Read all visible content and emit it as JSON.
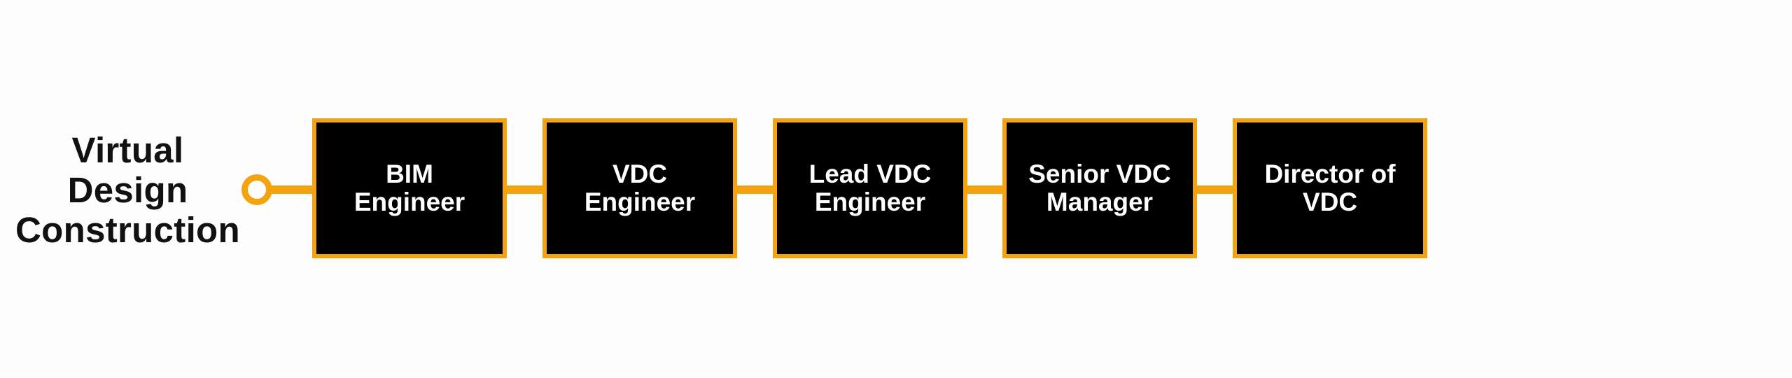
{
  "track": {
    "title_lines": [
      "Virtual",
      "Design",
      "Construction"
    ]
  },
  "roles": [
    {
      "label": "BIM Engineer"
    },
    {
      "label": "VDC Engineer"
    },
    {
      "label": "Lead VDC Engineer"
    },
    {
      "label": "Senior VDC Manager"
    },
    {
      "label": "Director of VDC"
    }
  ],
  "colors": {
    "accent": "#f2a30f",
    "box_fill": "#000000",
    "box_text": "#ffffff",
    "title_text": "#111111",
    "background": "#fdfdfd"
  }
}
